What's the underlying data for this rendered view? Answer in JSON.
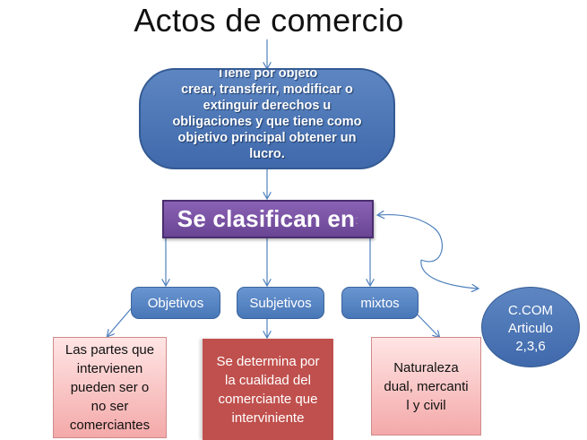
{
  "title": "Actos de comercio",
  "definition": {
    "lines": [
      "Tiene por objeto",
      "crear, transferir, modificar o",
      "extinguir derechos u",
      "obligaciones y que tiene como",
      "objetivo principal obtener un",
      "lucro."
    ]
  },
  "classification": {
    "label": "Se clasifican en",
    "colon": ":"
  },
  "categories": [
    {
      "label": "Objetivos",
      "description": [
        "Las partes que",
        "intervienen",
        "pueden ser o",
        "no ser",
        "comerciantes"
      ]
    },
    {
      "label": "Subjetivos",
      "description": [
        "Se determina por",
        "la cualidad del",
        "comerciante  que",
        "interviniente"
      ]
    },
    {
      "label": "mixtos",
      "description": [
        "Naturaleza",
        "dual, mercanti",
        "l y civil"
      ]
    }
  ],
  "reference": {
    "lines": [
      "C.COM",
      "Articulo",
      "2,3,6"
    ]
  },
  "colors": {
    "node_blue": "#4f7cbd",
    "classification_purple": "#7a55a6",
    "subjetivos_red": "#c0504d",
    "description_pink": "#f7c6c6",
    "arrow": "#4f81bd"
  }
}
